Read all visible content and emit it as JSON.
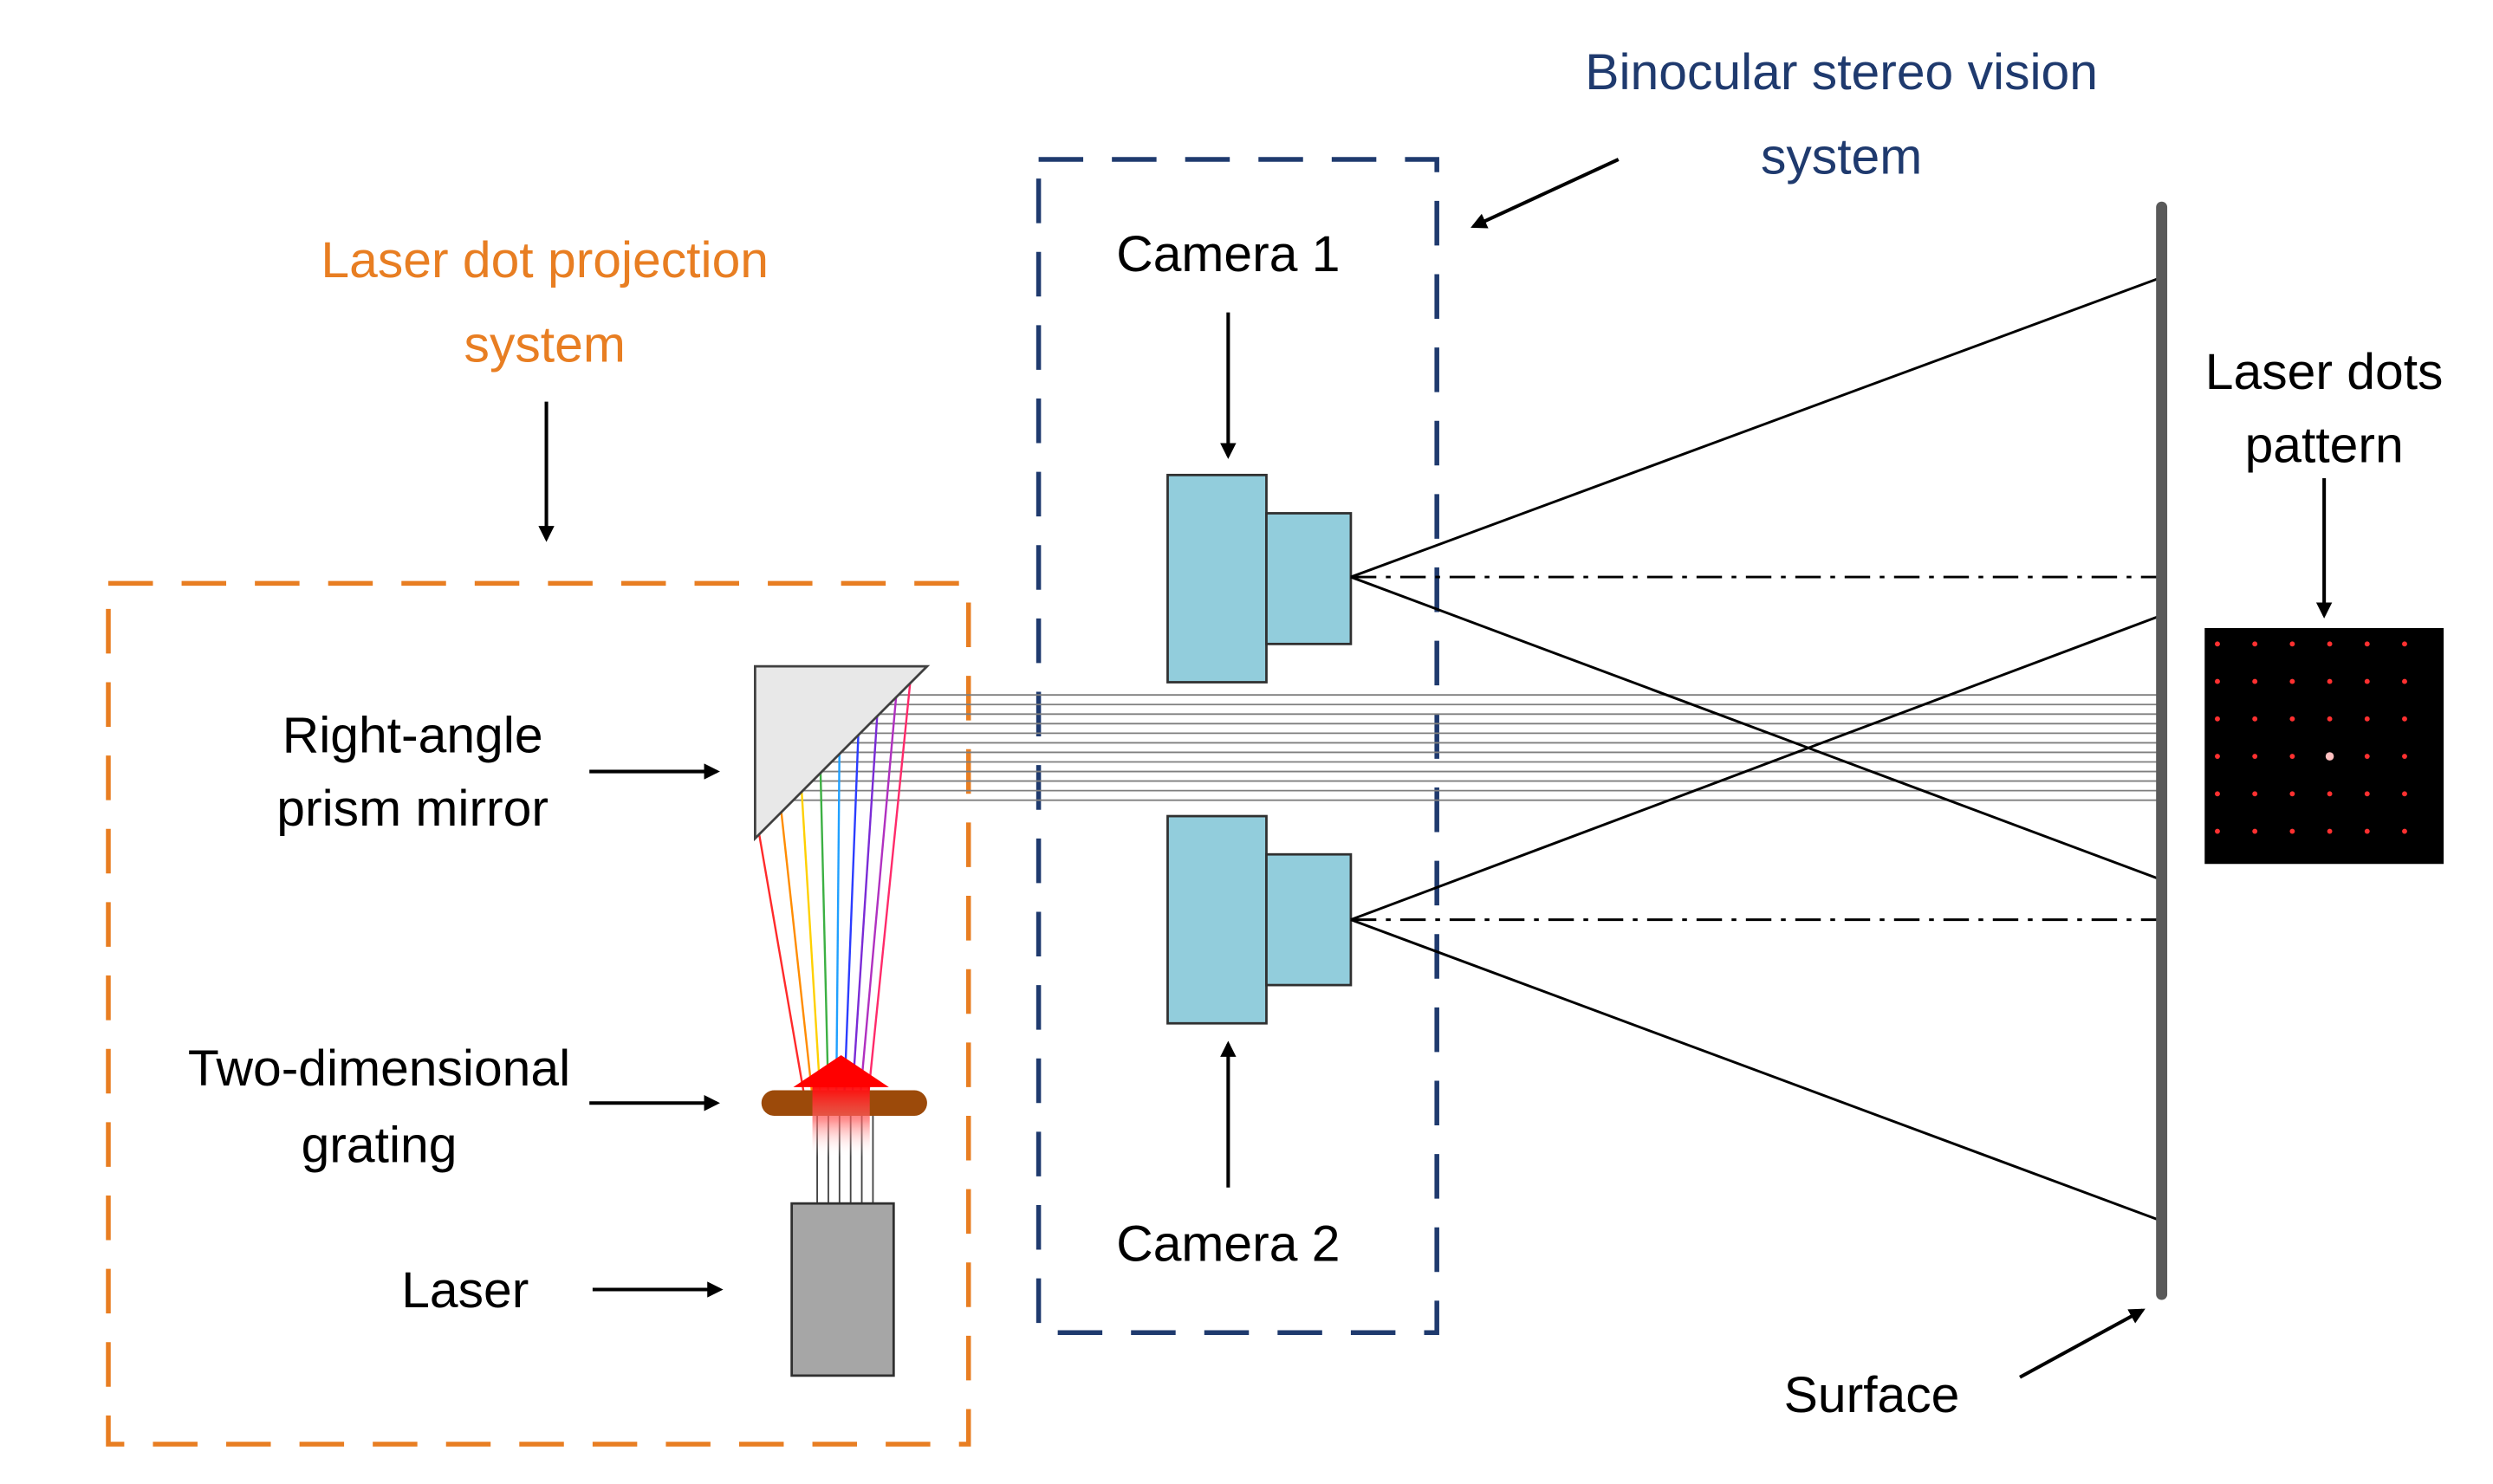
{
  "colors": {
    "projection_box": "#E87E22",
    "stereo_box": "#1F3A6E",
    "camera_fill": "#92CDDC",
    "laser_fill": "#A6A6A6",
    "prism_fill": "#E8E8E8",
    "grating_fill": "#9C4A0A",
    "surface": "#595959",
    "arrow_red": "#FF0000"
  },
  "labels": {
    "laser_dot_projection_system": [
      "Laser dot projection",
      "system"
    ],
    "binocular_stereo_vision_system": [
      "Binocular stereo vision",
      "system"
    ],
    "camera1": "Camera 1",
    "camera2": "Camera 2",
    "prism": [
      "Right-angle",
      "prism mirror"
    ],
    "grating": [
      "Two-dimensional",
      "grating"
    ],
    "laser": "Laser",
    "laser_dots_pattern": [
      "Laser dots",
      "pattern"
    ],
    "surface": "Surface"
  },
  "icons": {
    "prism": "right-angle-prism-icon",
    "grating": "grating-icon",
    "laser": "laser-icon",
    "camera": "camera-icon",
    "dot_pattern": "laser-dot-pattern-icon"
  }
}
